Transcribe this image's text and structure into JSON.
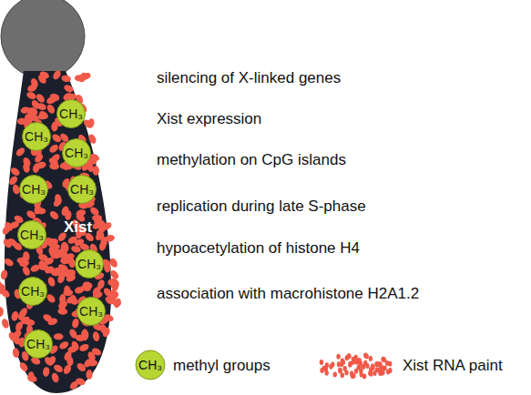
{
  "diagram": {
    "nodes": [
      {
        "text": [
          "Xist"
        ]
      },
      {
        "text": [
          "CH₃"
        ],
        "in": 0
      },
      {
        "text": [
          "CH₃"
        ],
        "in": 0
      },
      {
        "text": [
          "CH₃"
        ],
        "in": 0
      },
      {
        "text": [
          "CH₃"
        ],
        "in": 0
      },
      {
        "text": [
          "CH₃"
        ],
        "in": 0
      },
      {
        "text": [
          "CH₃"
        ],
        "in": 0
      },
      {
        "text": [
          "CH₃"
        ],
        "in": 0
      },
      {
        "text": [
          "CH₃"
        ],
        "in": 0
      },
      {
        "text": [
          "CH₃"
        ],
        "in": 0
      },
      {
        "text": [
          "CH₃"
        ],
        "in": 0
      }
    ],
    "labels": [
      "silencing of X-linked genes",
      "Xist expression",
      "methylation on CpG islands",
      "replication during late S-phase",
      "hypoacetylation of histone H4",
      "association with macrohistone H2A1.2",
      "CH₃"
    ],
    "legend": [
      {
        "text": "methyl groups"
      },
      {
        "text": "Xist RNA paint"
      }
    ]
  }
}
